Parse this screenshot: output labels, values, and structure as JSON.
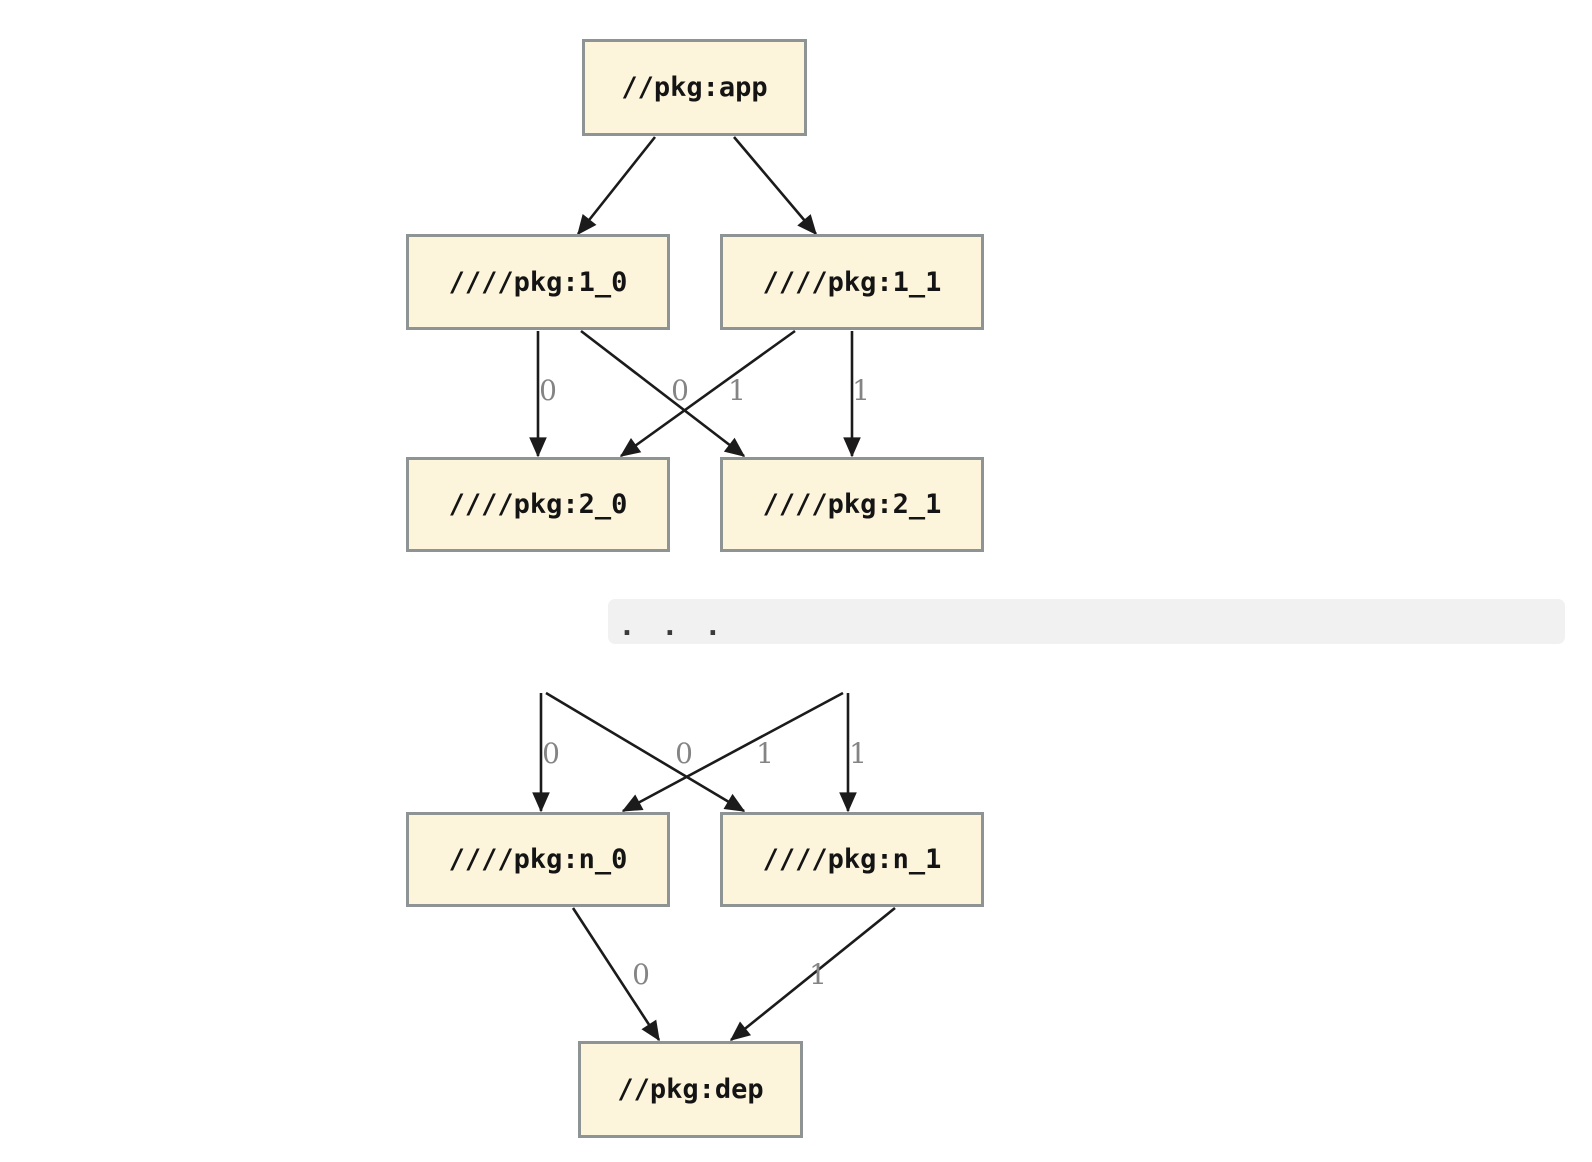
{
  "theme": {
    "node_fill": "#fcf5dc",
    "node_border": "#8e9494",
    "edge_color": "#1b1b1b",
    "edge_label_color": "#848484",
    "band_bg": "#f1f1f1",
    "dots_color": "#3a3a3a"
  },
  "diagram": {
    "type": "dependency-graph",
    "ellipsis": ". . .",
    "nodes": {
      "app": {
        "label": "//pkg:app"
      },
      "1_0": {
        "label": "////pkg:1_0"
      },
      "1_1": {
        "label": "////pkg:1_1"
      },
      "2_0": {
        "label": "////pkg:2_0"
      },
      "2_1": {
        "label": "////pkg:2_1"
      },
      "n_0": {
        "label": "////pkg:n_0"
      },
      "n_1": {
        "label": "////pkg:n_1"
      },
      "dep": {
        "label": "//pkg:dep"
      }
    },
    "edge_labels": [
      "0",
      "0",
      "1",
      "1",
      "0",
      "0",
      "1",
      "1",
      "0",
      "1"
    ],
    "edges": [
      "app -> 1_0",
      "app -> 1_1",
      "1_0 -> 2_0 [0]",
      "1_0 -> 2_1 [1]",
      "1_1 -> 2_0 [0]",
      "1_1 -> 2_1 [1]",
      "... -> n_0 [0]",
      "... -> n_1 [1]",
      "... -> n_0 [0]",
      "... -> n_1 [1]",
      "n_0 -> dep [0]",
      "n_1 -> dep [1]"
    ]
  }
}
